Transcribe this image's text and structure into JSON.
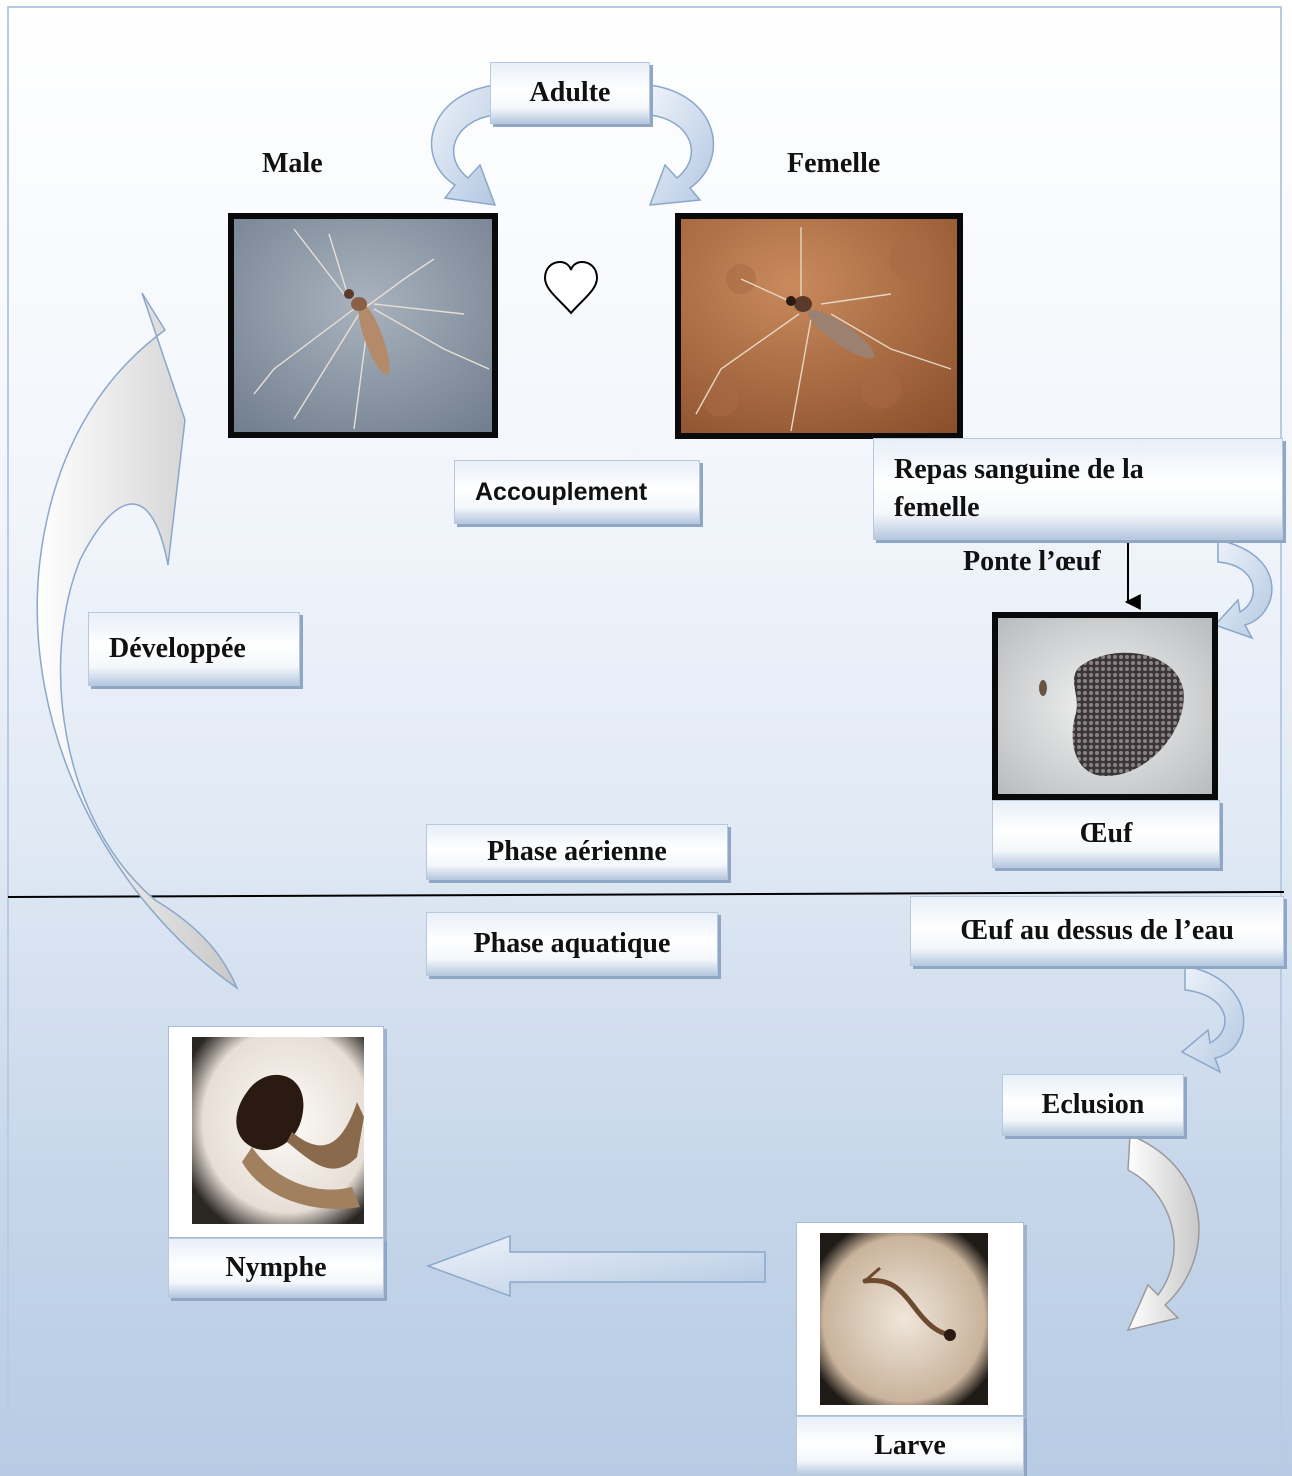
{
  "labels": {
    "adulte": "Adulte",
    "male": "Male",
    "femelle": "Femelle",
    "accouplement": "Accouplement",
    "repas": "Repas sanguine de la femelle",
    "ponte": "Ponte l’œuf",
    "oeuf": "Œuf",
    "developpee": "Développée",
    "phase_aerienne": "Phase aérienne",
    "phase_aquatique": "Phase aquatique",
    "oeuf_eau": "Œuf au dessus de l’eau",
    "eclusion": "Eclusion",
    "nymphe": "Nymphe",
    "larve": "Larve"
  },
  "icons": {
    "heart": "heart-icon"
  },
  "colors": {
    "arrow_fill": "#c9d9ec",
    "arrow_stroke": "#8aa7cb",
    "grey_arrow": "#cfcfcf",
    "divider": "#000000"
  }
}
